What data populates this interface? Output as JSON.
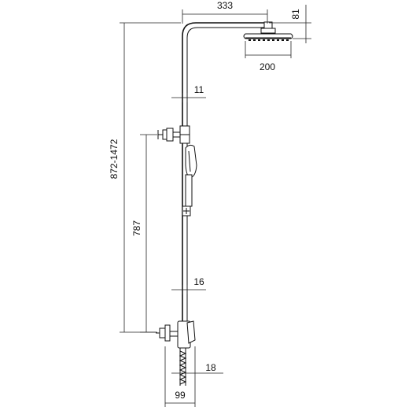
{
  "dimensions": {
    "arm_reach": "333",
    "head_offset": "81",
    "head_diameter": "200",
    "rail_diameter": "11",
    "height_range": "872-1472",
    "bracket_height": "787",
    "lower_rail_diameter": "16",
    "inlet_pipe": "18",
    "mixer_depth": "99"
  }
}
